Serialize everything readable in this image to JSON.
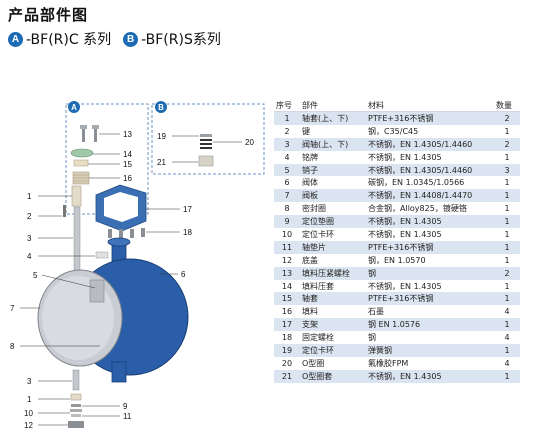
{
  "header": {
    "title": "产品部件图",
    "series_a_badge": "A",
    "series_a_label": "-BF(R)C 系列",
    "series_b_badge": "B",
    "series_b_label": "-BF(R)S系列"
  },
  "diagram": {
    "box_a_badge": "A",
    "box_b_badge": "B",
    "callouts": [
      "13",
      "14",
      "15",
      "16",
      "17",
      "18",
      "19",
      "20",
      "21",
      "1",
      "2",
      "3",
      "4",
      "5",
      "6",
      "7",
      "8",
      "3",
      "1",
      "10",
      "9",
      "11",
      "12"
    ]
  },
  "table": {
    "columns": [
      "序号",
      "部件",
      "材料",
      "数量"
    ],
    "rows": [
      {
        "no": "1",
        "part": "轴套(上、下)",
        "material": "PTFE+316不锈钢",
        "qty": "2"
      },
      {
        "no": "2",
        "part": "键",
        "material": "钢，C35/C45",
        "qty": "1"
      },
      {
        "no": "3",
        "part": "阀轴(上、下)",
        "material": "不锈钢，EN 1.4305/1.4460",
        "qty": "2"
      },
      {
        "no": "4",
        "part": "铭牌",
        "material": "不锈钢，EN 1.4305",
        "qty": "1"
      },
      {
        "no": "5",
        "part": "销子",
        "material": "不锈钢，EN 1.4305/1.4460",
        "qty": "3"
      },
      {
        "no": "6",
        "part": "阀体",
        "material": "碳钢，EN 1.0345/1.0566",
        "qty": "1"
      },
      {
        "no": "7",
        "part": "阀板",
        "material": "不锈钢，EN 1.4408/1.4470",
        "qty": "1"
      },
      {
        "no": "8",
        "part": "密封圈",
        "material": "合金钢，Alloy825，镀硬铬",
        "qty": "1"
      },
      {
        "no": "9",
        "part": "定位垫圈",
        "material": "不锈钢，EN 1.4305",
        "qty": "1"
      },
      {
        "no": "10",
        "part": "定位卡环",
        "material": "不锈钢，EN 1.4305",
        "qty": "1"
      },
      {
        "no": "11",
        "part": "轴垫片",
        "material": "PTFE+316不锈钢",
        "qty": "1"
      },
      {
        "no": "12",
        "part": "底盖",
        "material": "钢，EN 1.0570",
        "qty": "1"
      },
      {
        "no": "13",
        "part": "填料压紧螺栓",
        "material": "钢",
        "qty": "2"
      },
      {
        "no": "14",
        "part": "填料压套",
        "material": "不锈钢，EN 1.4305",
        "qty": "1"
      },
      {
        "no": "15",
        "part": "轴套",
        "material": "PTFE+316不锈钢",
        "qty": "1"
      },
      {
        "no": "16",
        "part": "填料",
        "material": "石墨",
        "qty": "4"
      },
      {
        "no": "17",
        "part": "支架",
        "material": "钢 EN 1.0576",
        "qty": "1"
      },
      {
        "no": "18",
        "part": "固定螺栓",
        "material": "钢",
        "qty": "4"
      },
      {
        "no": "19",
        "part": "定位卡环",
        "material": "弹簧钢",
        "qty": "1"
      },
      {
        "no": "20",
        "part": "O型圈",
        "material": "氟橡胶FPM",
        "qty": "4"
      },
      {
        "no": "21",
        "part": "O型圈套",
        "material": "不锈钢，EN 1.4305",
        "qty": "1"
      }
    ]
  },
  "colors": {
    "accent_blue": "#1d6cb3",
    "body_blue": "#2a5ea8",
    "row_alt": "#dbe5f1"
  }
}
